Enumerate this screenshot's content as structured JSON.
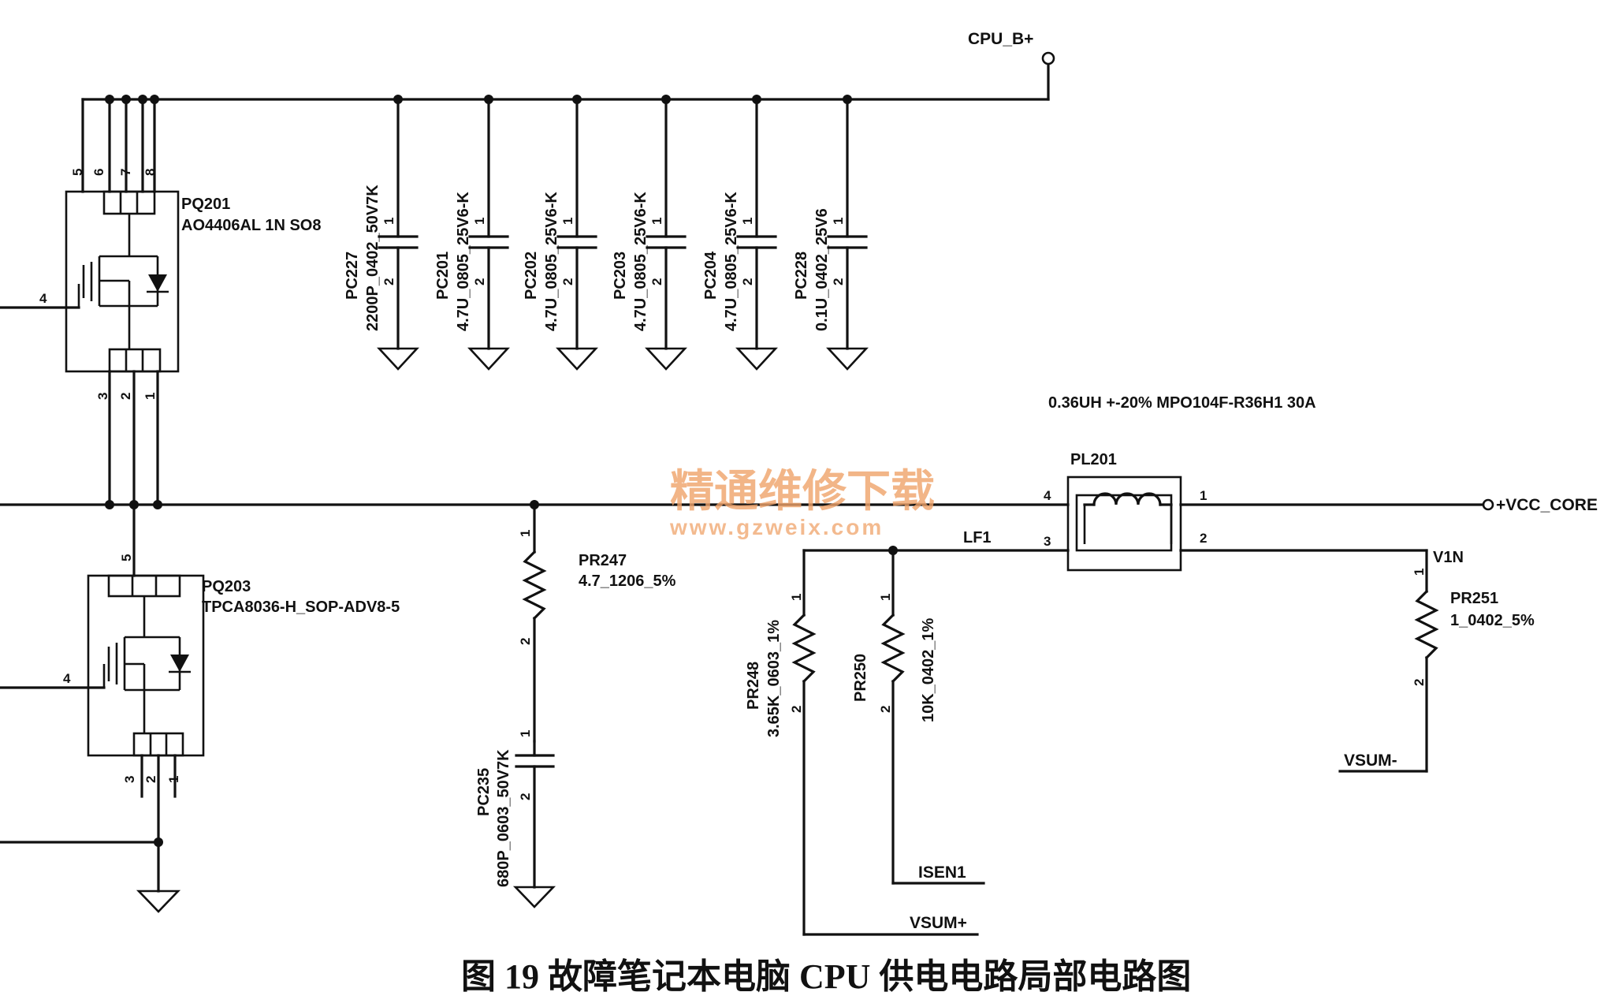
{
  "nets": {
    "cpu_b": "CPU_B+",
    "vcc_core": "+VCC_CORE",
    "lf1": "LF1",
    "v1n": "V1N",
    "isen1": "ISEN1",
    "vsum_plus": "VSUM+",
    "vsum_minus": "VSUM-"
  },
  "mosfets": {
    "pq201": {
      "ref": "PQ201",
      "value": "AO4406AL 1N SO8",
      "gate_pin": "4",
      "top_pins": [
        "5",
        "6",
        "7",
        "8"
      ],
      "bottom_pins": [
        "3",
        "2",
        "1"
      ]
    },
    "pq203": {
      "ref": "PQ203",
      "value": "TPCA8036-H_SOP-ADV8-5",
      "gate_pin": "4",
      "top_pins": [
        "5"
      ],
      "bottom_pins": [
        "3",
        "2",
        "1"
      ]
    }
  },
  "capacitors": [
    {
      "ref": "PC227",
      "value": "2200P_0402_50V7K"
    },
    {
      "ref": "PC201",
      "value": "4.7U_0805_25V6-K"
    },
    {
      "ref": "PC202",
      "value": "4.7U_0805_25V6-K"
    },
    {
      "ref": "PC203",
      "value": "4.7U_0805_25V6-K"
    },
    {
      "ref": "PC204",
      "value": "4.7U_0805_25V6-K"
    },
    {
      "ref": "PC228",
      "value": "0.1U_0402_25V6"
    }
  ],
  "pc235": {
    "ref": "PC235",
    "value": "680P_0603_50V7K"
  },
  "resistors": {
    "pr247": {
      "ref": "PR247",
      "value": "4.7_1206_5%"
    },
    "pr248": {
      "ref": "PR248",
      "value": "3.65K_0603_1%"
    },
    "pr250": {
      "ref": "PR250",
      "value": "10K_0402_1%"
    },
    "pr251": {
      "ref": "PR251",
      "value": "1_0402_5%"
    }
  },
  "inductor": {
    "ref": "PL201",
    "value": "0.36UH +-20% MPO104F-R36H1 30A",
    "pins": [
      "4",
      "1",
      "3",
      "2"
    ]
  },
  "pin_one": "1",
  "pin_two": "2",
  "watermark": {
    "cn": "精通维修下载",
    "url": "www.gzweix.com"
  },
  "caption": "图 19    故障笔记本电脑 CPU 供电电路局部电路图"
}
